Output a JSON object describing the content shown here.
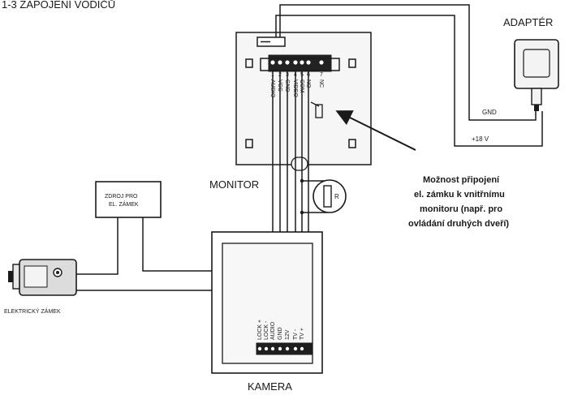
{
  "title": "1-3 ZAPOJENÍ VODIČŮ",
  "adapter": {
    "label": "ADAPTÉR",
    "gnd_label": "GND",
    "v18_label": "+18 V"
  },
  "monitor": {
    "label": "MONITOR",
    "terminal_numbers": [
      "1",
      "2",
      "3",
      "4",
      "5",
      "6",
      "7"
    ],
    "terminal_labels": [
      "AUDIO",
      "VCC",
      "GND",
      "VIDEO",
      "COM",
      "NO",
      "NC"
    ]
  },
  "resistor": {
    "label": "R"
  },
  "lock_supply": {
    "line1": "ZDROJ PRO",
    "line2": "EL. ZÁMEK"
  },
  "lock": {
    "label": "ELEKTRICKÝ ZÁMEK"
  },
  "camera": {
    "label": "KAMERA",
    "terminal_labels": [
      "LOCK +",
      "LOCK -",
      "AUDIO",
      "GND",
      "12V",
      "TV -",
      "TV +"
    ]
  },
  "note": {
    "lines": [
      "Možnost připojení",
      "el. zámku k vnitřnímu",
      "monitoru (např. pro",
      "ovládání druhých dveří)"
    ]
  }
}
